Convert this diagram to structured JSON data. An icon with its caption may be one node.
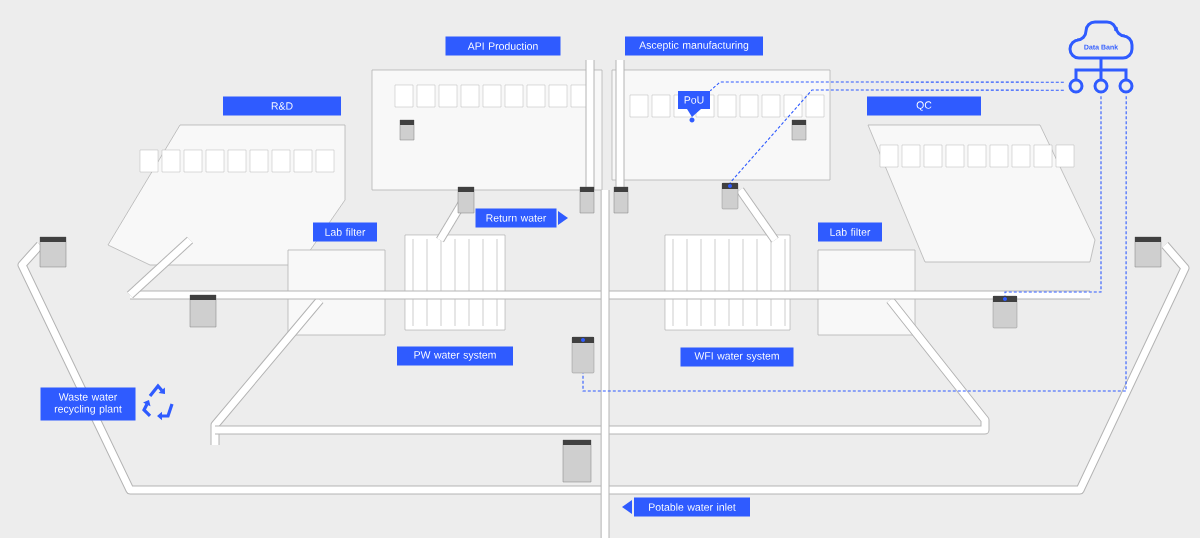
{
  "diagram": {
    "nodes": [
      {
        "text": [
          "API Production"
        ]
      },
      {
        "text": [
          "Asceptic manufacturing"
        ]
      },
      {
        "text": [
          "R&D"
        ]
      },
      {
        "text": [
          "PoU"
        ]
      },
      {
        "text": [
          "QC"
        ]
      },
      {
        "text": [
          "Lab filter"
        ]
      },
      {
        "text": [
          "Return water"
        ]
      },
      {
        "text": [
          "Lab filter"
        ]
      },
      {
        "text": [
          "PW water system"
        ]
      },
      {
        "text": [
          "WFI water system"
        ]
      },
      {
        "text": [
          "Waste water recycling plant"
        ]
      },
      {
        "text": [
          "Potable water inlet"
        ]
      },
      {
        "text": [
          "Data Bank"
        ]
      },
      {
        "text": [],
        "shape": "picture"
      },
      {
        "text": [],
        "shape": "picture"
      },
      {
        "text": [],
        "shape": "picture"
      }
    ],
    "edges": [
      {
        "from": 12,
        "to": 3,
        "arrow": "none",
        "style": "dashed"
      },
      {
        "from": 12,
        "to": 13,
        "arrow": "none",
        "style": "dashed"
      },
      {
        "from": 12,
        "to": 14,
        "arrow": "none",
        "style": "dashed"
      },
      {
        "from": 12,
        "to": 15,
        "arrow": "none",
        "style": "dashed"
      }
    ]
  }
}
